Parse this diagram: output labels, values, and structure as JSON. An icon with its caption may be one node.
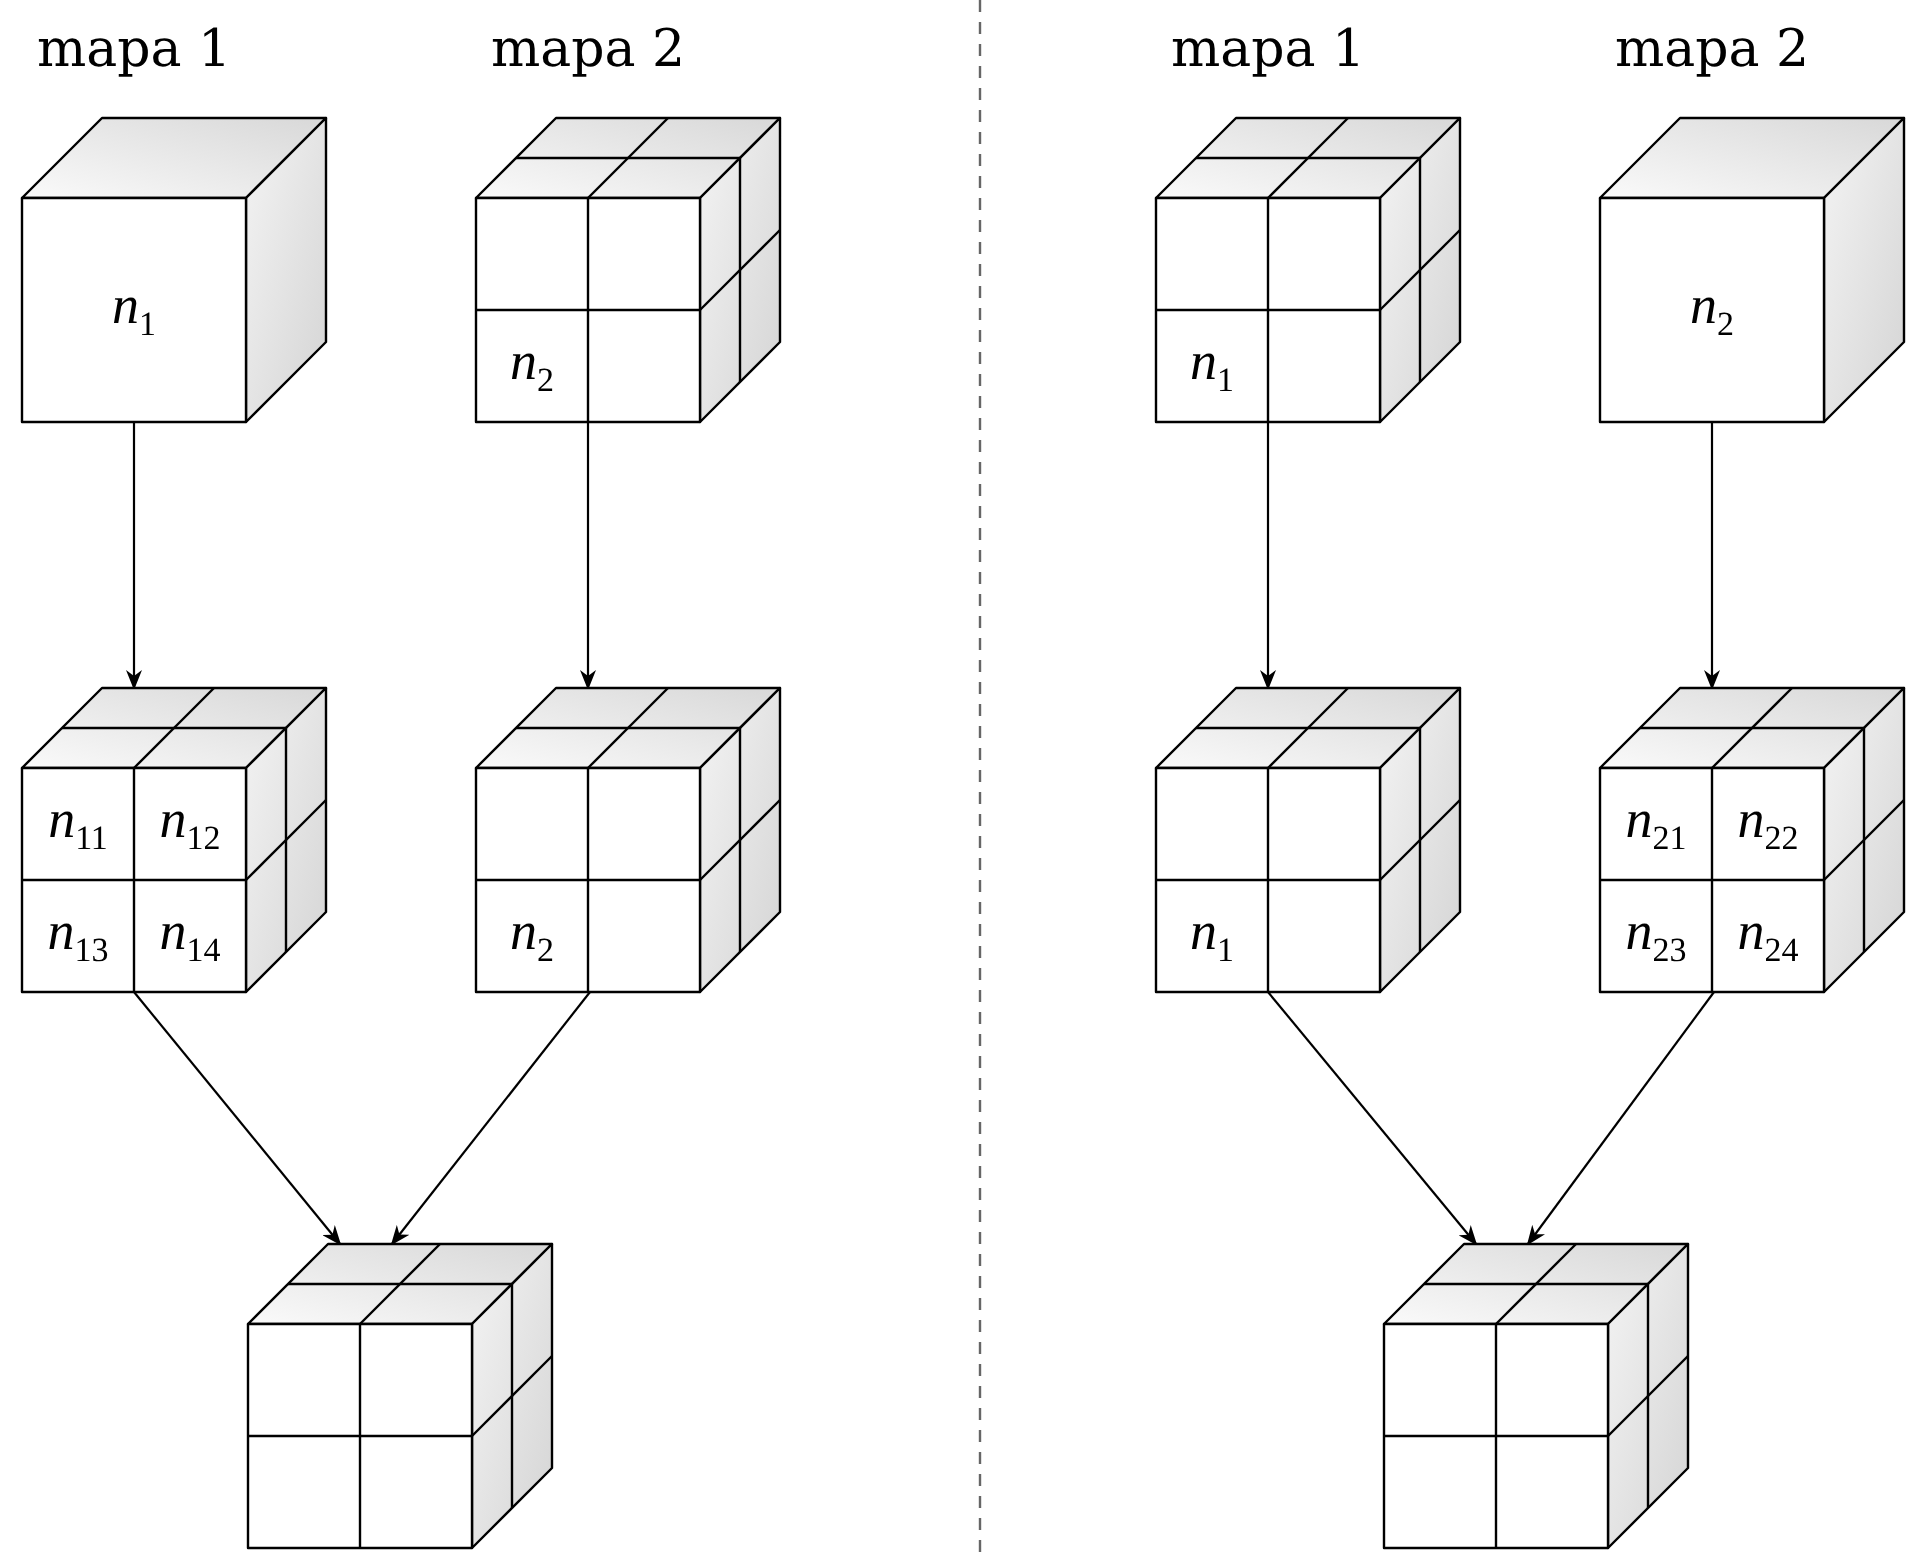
{
  "diagram": {
    "nodes": [
      {
        "text": [
          "mapa 1",
          "*n*$_{1}$"
        ]
      },
      {
        "text": [
          "mapa 2",
          "*n*$_{2}$"
        ]
      },
      {
        "text": [
          "*n*$_{11}$",
          "*n*$_{12}$",
          "*n*$_{13}$",
          "*n*$_{14}$"
        ]
      },
      {
        "text": [
          "*n*$_{2}$"
        ]
      },
      {
        "text": [],
        "shape": "cube"
      },
      {
        "text": [
          "mapa 1",
          "*n*$_{1}$"
        ]
      },
      {
        "text": [
          "mapa 2",
          "*n*$_{2}$"
        ]
      },
      {
        "text": [
          "*n*$_{1}$"
        ]
      },
      {
        "text": [
          "*n*$_{21}$",
          "*n*$_{22}$",
          "*n*$_{23}$",
          "*n*$_{24}$"
        ]
      },
      {
        "text": [],
        "shape": "cube"
      }
    ],
    "edges": [
      {
        "from": 0,
        "to": 2,
        "arrow": "to"
      },
      {
        "from": 1,
        "to": 3,
        "arrow": "to"
      },
      {
        "from": 2,
        "to": 4,
        "arrow": "to"
      },
      {
        "from": 3,
        "to": 4,
        "arrow": "to"
      },
      {
        "from": 5,
        "to": 7,
        "arrow": "to"
      },
      {
        "from": 6,
        "to": 8,
        "arrow": "to"
      },
      {
        "from": 7,
        "to": 9,
        "arrow": "to"
      },
      {
        "from": 8,
        "to": 9,
        "arrow": "to"
      }
    ]
  }
}
